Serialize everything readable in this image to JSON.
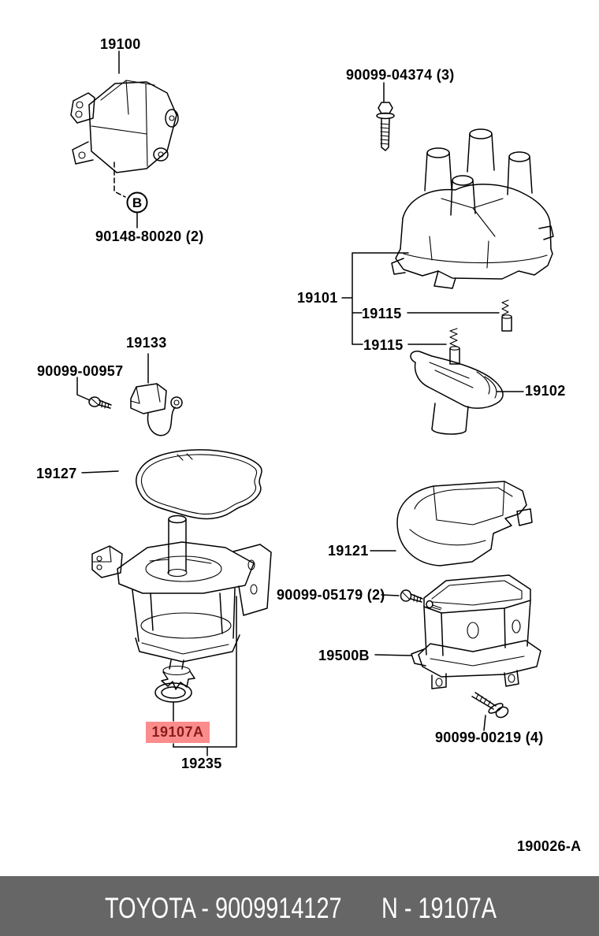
{
  "diagram": {
    "code": "190026-A",
    "callout_letter": "B",
    "highlighted_part": "19107A",
    "labels": {
      "p19100": "19100",
      "p90148": "90148-80020 (2)",
      "p19133": "19133",
      "p90099_00957": "90099-00957",
      "p19127": "19127",
      "p19235": "19235",
      "p90099_04374": "90099-04374 (3)",
      "p19101": "19101",
      "p19115_upper": "19115",
      "p19115_lower": "19115",
      "p19102": "19102",
      "p19121": "19121",
      "p90099_05179": "90099-05179 (2)",
      "p19500b": "19500B",
      "p90099_00219": "90099-00219 (4)"
    }
  },
  "footer": {
    "catalog_id": "TOYOTA - 9009914127",
    "part_ref": "N - 19107A"
  },
  "colors": {
    "line": "#000000",
    "highlight_bg": "#fa8c8c",
    "highlight_text": "#8b1a1a",
    "footer_bg": "#666666",
    "footer_text": "#ffffff"
  }
}
